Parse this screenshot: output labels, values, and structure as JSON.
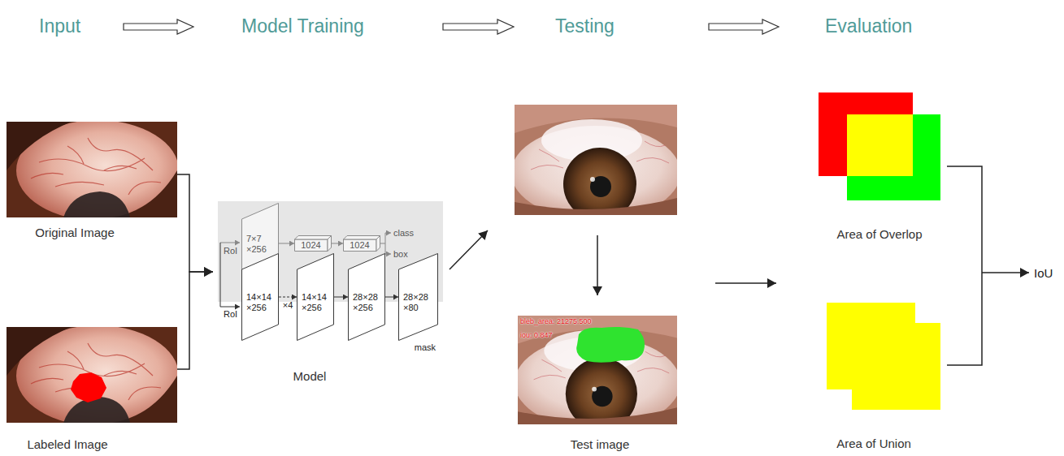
{
  "diagram": {
    "nodes": [
      {
        "text": [
          "Original Image"
        ]
      },
      {
        "text": [
          "Labeled Image"
        ]
      },
      {
        "text": [
          "Model"
        ]
      },
      {
        "text": [
          "7×7 ×256"
        ],
        "in": 2
      },
      {
        "text": [
          "1024"
        ],
        "in": 2
      },
      {
        "text": [
          "1024"
        ],
        "in": 2
      },
      {
        "text": [
          "14×14 ×256"
        ],
        "in": 2
      },
      {
        "text": [
          "14×14 ×256"
        ],
        "in": 2
      },
      {
        "text": [
          "28×28 ×256"
        ],
        "in": 2
      },
      {
        "text": [
          "28×28 ×80",
          "mask"
        ],
        "in": 2
      },
      {
        "text": [
          "bleb_area: 21275.500",
          "iou: 0.847",
          "Test image"
        ]
      },
      {
        "text": [
          "Area of Overlop"
        ]
      },
      {
        "text": [
          "Area of Union"
        ]
      }
    ],
    "edges": [
      {
        "from": 0,
        "to": 2,
        "arrow": "to"
      },
      {
        "from": 1,
        "to": 2,
        "arrow": "to"
      },
      {
        "from": 3,
        "to": 4,
        "arrow": "to"
      },
      {
        "from": 4,
        "to": 5,
        "arrow": "to"
      },
      {
        "from": 6,
        "to": 7,
        "label": "×4",
        "arrow": "to"
      },
      {
        "from": 7,
        "to": 8,
        "arrow": "to"
      },
      {
        "from": 8,
        "to": 9,
        "arrow": "to"
      }
    ],
    "labels": [
      "Input",
      "Model Training",
      "Testing",
      "Evaluation",
      "RoI",
      "RoI",
      "class",
      "box",
      "IoU"
    ]
  }
}
